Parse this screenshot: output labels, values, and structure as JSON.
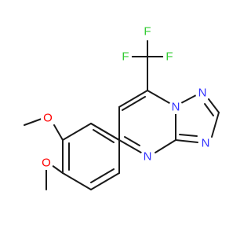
{
  "molecule": {
    "colors": {
      "bond": "#1a1a1a",
      "carbon": "#1a1a1a",
      "nitrogen": "#3333ff",
      "oxygen": "#ff0000",
      "fluorine": "#33cc33",
      "background": "#ffffff"
    },
    "labels": {
      "f_top": "F",
      "f_left": "F",
      "f_right": "F",
      "n_bridge": "N",
      "n_triazole_top": "N",
      "n_triazole_right": "N",
      "n_pyrimidine_bottom": "N",
      "o_upper": "O",
      "o_lower": "O"
    }
  }
}
